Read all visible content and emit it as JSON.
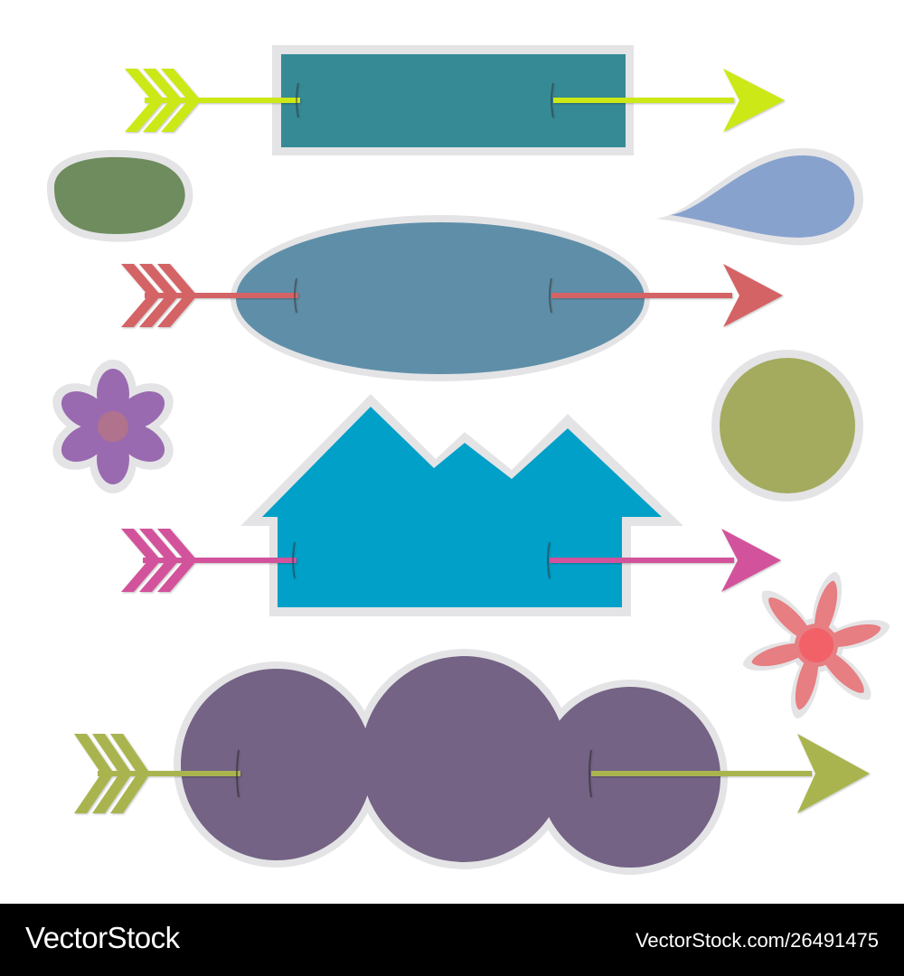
{
  "footer": {
    "brand": "VectorStock",
    "image_id": "VectorStock.com/26491475"
  },
  "colors": {
    "background": "#ffffff",
    "outline": "#e4e4e6",
    "footer_bar": "#000000",
    "rectangle": "#368a96",
    "ellipse": "#5f8fa8",
    "house": "#00a0c8",
    "cloud": "#746385",
    "egg": "#6e8c5e",
    "drop": "#88a2ce",
    "flower_purple": "#9a6ab0",
    "flower_purple_center": "#b0728c",
    "circle": "#a4ab5e",
    "flower_pink": "#e67e82",
    "flower_pink_center": "#f26068",
    "arrow_1": "#cce815",
    "arrow_2": "#d46466",
    "arrow_3": "#d2529c",
    "arrow_4": "#aab450"
  },
  "shapes": [
    "rectangle-banner",
    "egg-blob",
    "water-drop",
    "ellipse-banner",
    "purple-flower",
    "green-circle",
    "house-banner",
    "pink-flower",
    "cloud-banner"
  ],
  "arrows": [
    "arrow-1",
    "arrow-2",
    "arrow-3",
    "arrow-4"
  ]
}
